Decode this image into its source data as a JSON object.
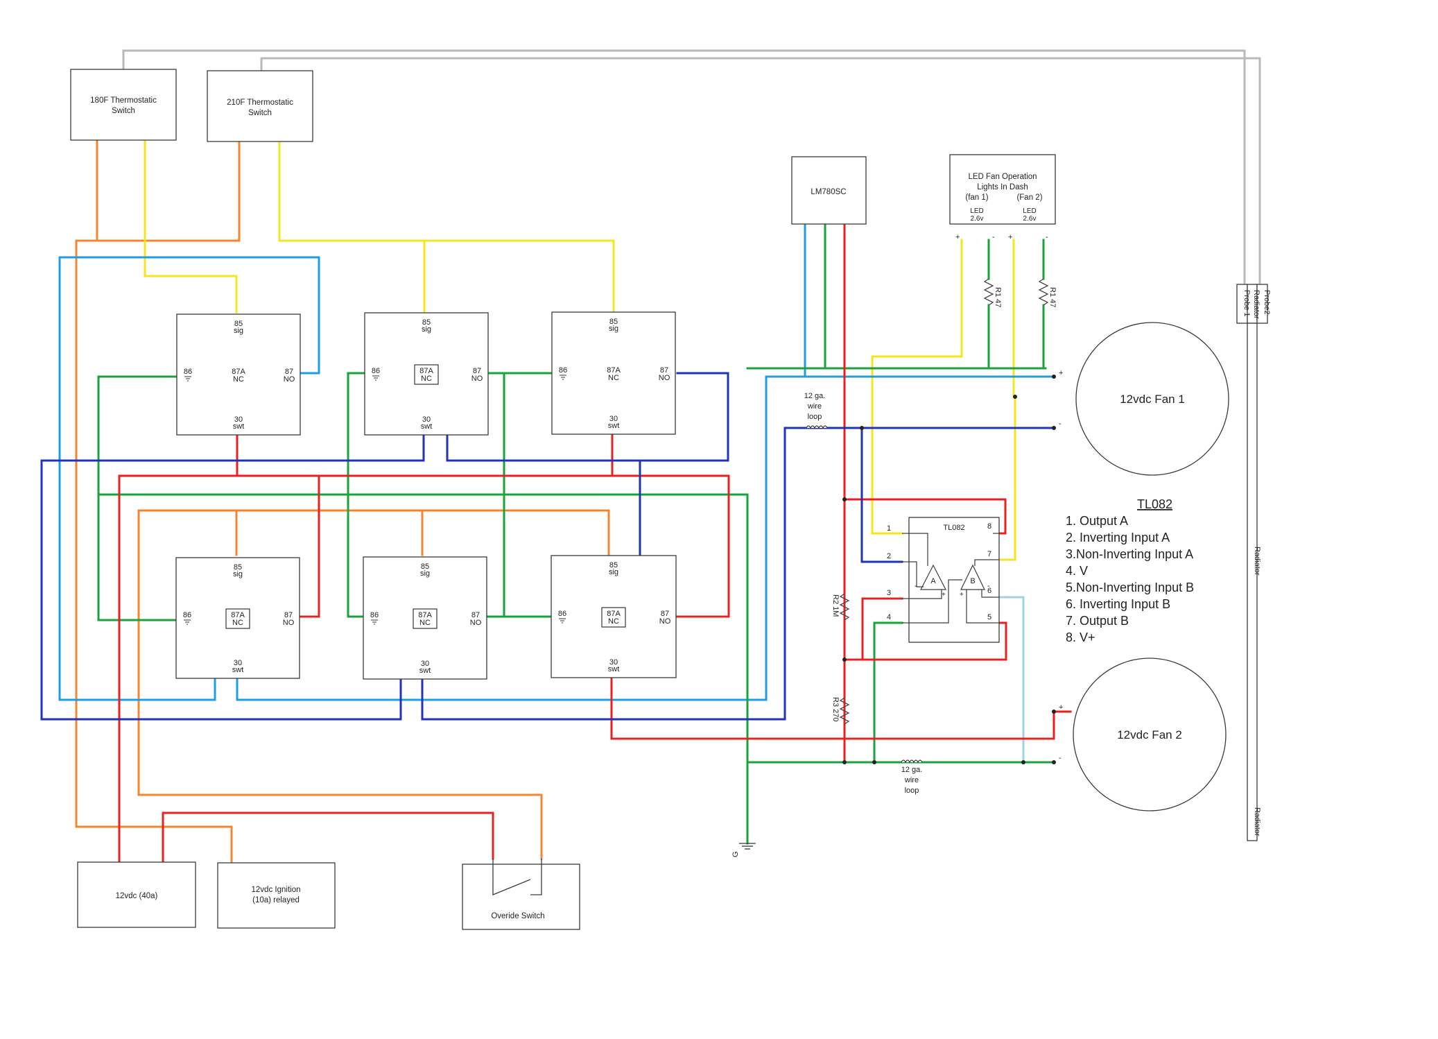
{
  "colors": {
    "red": "#e8211f",
    "green": "#1aa33a",
    "blue": "#2233bb",
    "cyan": "#1e9de0",
    "yellow": "#f5e51f",
    "orange": "#f4862f",
    "gray": "#b9b9b9",
    "lightblue": "#9fd2e6",
    "outline": "#3a3a3a"
  },
  "switches": {
    "s180": {
      "line1": "180F Thermostatic",
      "line2": "Switch"
    },
    "s210": {
      "line1": "210F Thermostatic",
      "line2": "Switch"
    }
  },
  "regulator": {
    "label": "LM780SC"
  },
  "led": {
    "line1": "LED Fan Operation",
    "line2": "Lights In Dash",
    "fan1": "(fan 1)",
    "fan2": "(Fan 2)",
    "led1_name": "LED",
    "led1_volt": "2.6v",
    "led2_name": "LED",
    "led2_volt": "2.6v",
    "plus": "+",
    "minus": "-"
  },
  "relay_labels": {
    "p85": "85",
    "sig": "sig",
    "p86": "86",
    "p87a": "87A",
    "nc": "NC",
    "p87": "87",
    "no": "NO",
    "p30": "30",
    "swt": "swt"
  },
  "resistors": {
    "r1_left": "R1 47",
    "r1_right": "R1 47",
    "r2": "R2 1M",
    "r3": "R3 270"
  },
  "probes": {
    "probe1": "Probe 1",
    "probe2": "Probe2",
    "radiator": "Radiator"
  },
  "fans": {
    "fan1": "12vdc Fan 1",
    "fan2": "12vdc Fan  2",
    "plus": "+",
    "minus": "-"
  },
  "wire_loop": {
    "line1": "12 ga.",
    "line2": "wire",
    "line3": "loop"
  },
  "opamp": {
    "chip": "TL082",
    "pins": [
      "1",
      "2",
      "3",
      "4",
      "5",
      "6",
      "7",
      "8"
    ],
    "amp_a": "A",
    "amp_b": "B",
    "minus": "-",
    "plus": "+"
  },
  "tl082_legend": {
    "title": "TL082",
    "items": [
      "1. Output A",
      "2. Inverting Input A",
      "3.Non-Inverting Input A",
      "4. V",
      "5.Non-Inverting Input B",
      "6. Inverting Input B",
      "7. Output B",
      "8. V+"
    ]
  },
  "power": {
    "battery": "12vdc (40a)",
    "ignition_line1": "12vdc Ignition",
    "ignition_line2": "(10a) relayed",
    "override": "Overide Switch",
    "ground": "G"
  }
}
